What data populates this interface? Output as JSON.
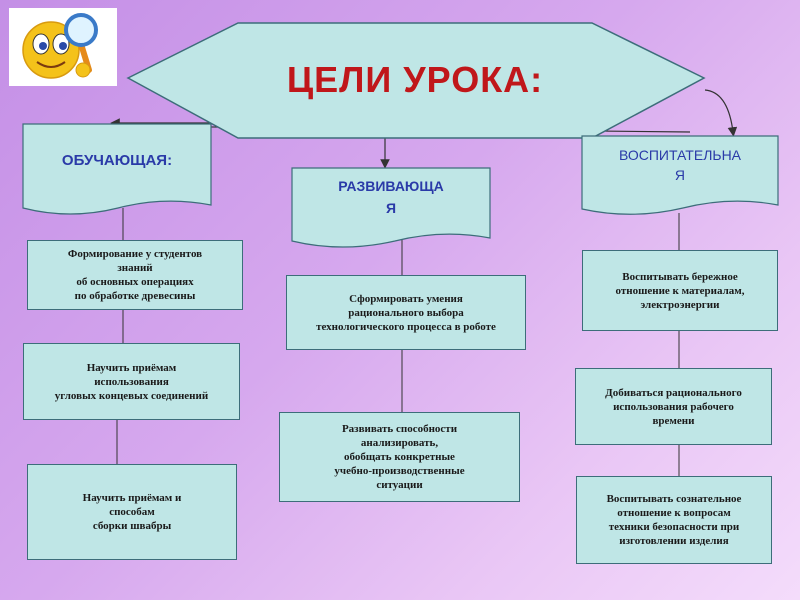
{
  "title": "ЦЕЛИ УРОКА:",
  "colors": {
    "title": "#c0171a",
    "box_fill": "#bfe6e6",
    "box_border": "#3d6d7a",
    "header_text_blue": "#2a3aa8"
  },
  "columns": {
    "left": {
      "header": "ОБУЧАЮЩАЯ:",
      "items": [
        "Формирование у студентов\nзнаний\nоб основных операциях\nпо обработке древесины",
        "Научить приёмам\nиспользования\nугловых концевых соединений",
        "Научить приёмам и\nспособам\nсборки швабры"
      ]
    },
    "middle": {
      "header": "РАЗВИВАЮЩА\nЯ",
      "items": [
        "Сформировать умения\nрационального выбора\nтехнологического процесса в роботе",
        "Развивать способности\nанализировать,\nобобщать конкретные\nучебно-производственные\nситуации"
      ]
    },
    "right": {
      "header": "ВОСПИТАТЕЛЬНА\nЯ",
      "items": [
        "Воспитывать бережное\nотношение к материалам,\nэлектроэнергии",
        "Добиваться рационального\nиспользования рабочего\nвремени",
        "Воспитывать сознательное\nотношение к вопросам\nтехники безопасности при\nизготовлении изделия"
      ]
    }
  },
  "icons": {
    "logo": "smiley-magnifier-icon"
  }
}
